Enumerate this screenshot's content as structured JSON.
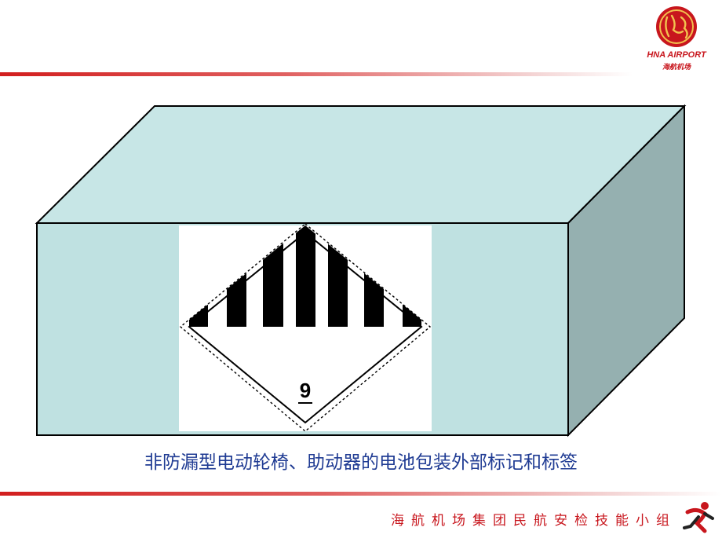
{
  "logo": {
    "text_en": "HNA AIRPORT",
    "text_cn": "海航机场",
    "seal_glyph": "海航",
    "brand_color": "#c8161d"
  },
  "slide": {
    "caption": "非防漏型电动轮椅、助动器的电池包装外部标记和标签",
    "label_class_number": "9"
  },
  "footer": {
    "org_name": "海航机场集团民航安检技能小组",
    "icon": "runner-icon"
  },
  "colors": {
    "accent": "#c8161d",
    "box_front": "#bfe1e1",
    "box_top": "#c7e6e6",
    "box_side": "#95b0b0",
    "caption": "#1f3b93"
  }
}
